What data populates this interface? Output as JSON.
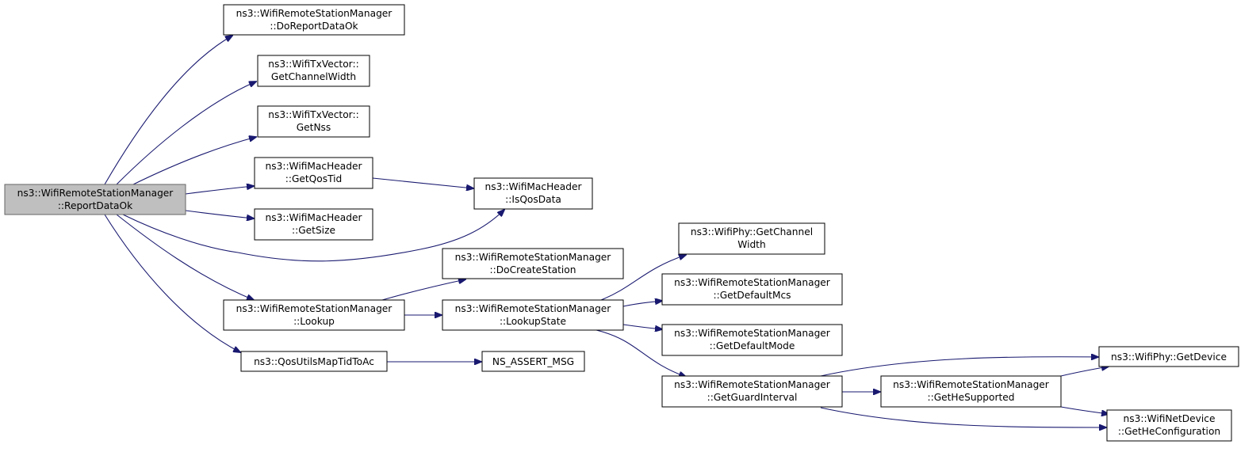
{
  "nodes": {
    "report_data_ok": {
      "lines": [
        "ns3::WifiRemoteStationManager",
        "::ReportDataOk"
      ]
    },
    "do_report_data_ok": {
      "lines": [
        "ns3::WifiRemoteStationManager",
        "::DoReportDataOk"
      ]
    },
    "get_channel_width": {
      "lines": [
        "ns3::WifiTxVector::",
        "GetChannelWidth"
      ]
    },
    "get_nss": {
      "lines": [
        "ns3::WifiTxVector::",
        "GetNss"
      ]
    },
    "get_qos_tid": {
      "lines": [
        "ns3::WifiMacHeader",
        "::GetQosTid"
      ]
    },
    "is_qos_data": {
      "lines": [
        "ns3::WifiMacHeader",
        "::IsQosData"
      ]
    },
    "get_size": {
      "lines": [
        "ns3::WifiMacHeader",
        "::GetSize"
      ]
    },
    "lookup": {
      "lines": [
        "ns3::WifiRemoteStationManager",
        "::Lookup"
      ]
    },
    "qos_utils_map": {
      "lines": [
        "ns3::QosUtilsMapTidToAc"
      ]
    },
    "do_create_station": {
      "lines": [
        "ns3::WifiRemoteStationManager",
        "::DoCreateStation"
      ]
    },
    "lookup_state": {
      "lines": [
        "ns3::WifiRemoteStationManager",
        "::LookupState"
      ]
    },
    "ns_assert_msg": {
      "lines": [
        "NS_ASSERT_MSG"
      ]
    },
    "phy_get_channel_width": {
      "lines": [
        "ns3::WifiPhy::GetChannel",
        "Width"
      ]
    },
    "get_default_mcs": {
      "lines": [
        "ns3::WifiRemoteStationManager",
        "::GetDefaultMcs"
      ]
    },
    "get_default_mode": {
      "lines": [
        "ns3::WifiRemoteStationManager",
        "::GetDefaultMode"
      ]
    },
    "get_guard_interval": {
      "lines": [
        "ns3::WifiRemoteStationManager",
        "::GetGuardInterval"
      ]
    },
    "get_he_supported": {
      "lines": [
        "ns3::WifiRemoteStationManager",
        "::GetHeSupported"
      ]
    },
    "phy_get_device": {
      "lines": [
        "ns3::WifiPhy::GetDevice"
      ]
    },
    "get_he_configuration": {
      "lines": [
        "ns3::WifiNetDevice",
        "::GetHeConfiguration"
      ]
    }
  },
  "edges": [
    [
      "report_data_ok",
      "do_report_data_ok"
    ],
    [
      "report_data_ok",
      "get_channel_width"
    ],
    [
      "report_data_ok",
      "get_nss"
    ],
    [
      "report_data_ok",
      "get_qos_tid"
    ],
    [
      "report_data_ok",
      "is_qos_data"
    ],
    [
      "report_data_ok",
      "get_size"
    ],
    [
      "report_data_ok",
      "lookup"
    ],
    [
      "report_data_ok",
      "qos_utils_map"
    ],
    [
      "get_qos_tid",
      "is_qos_data"
    ],
    [
      "lookup",
      "do_create_station"
    ],
    [
      "lookup",
      "lookup_state"
    ],
    [
      "qos_utils_map",
      "ns_assert_msg"
    ],
    [
      "lookup_state",
      "phy_get_channel_width"
    ],
    [
      "lookup_state",
      "get_default_mcs"
    ],
    [
      "lookup_state",
      "get_default_mode"
    ],
    [
      "lookup_state",
      "get_guard_interval"
    ],
    [
      "get_guard_interval",
      "phy_get_device"
    ],
    [
      "get_guard_interval",
      "get_he_supported"
    ],
    [
      "get_guard_interval",
      "get_he_configuration"
    ],
    [
      "get_he_supported",
      "phy_get_device"
    ],
    [
      "get_he_supported",
      "get_he_configuration"
    ]
  ],
  "colors": {
    "edge": "#191970",
    "root_fill": "#bfbfbf",
    "root_stroke": "#666666"
  }
}
